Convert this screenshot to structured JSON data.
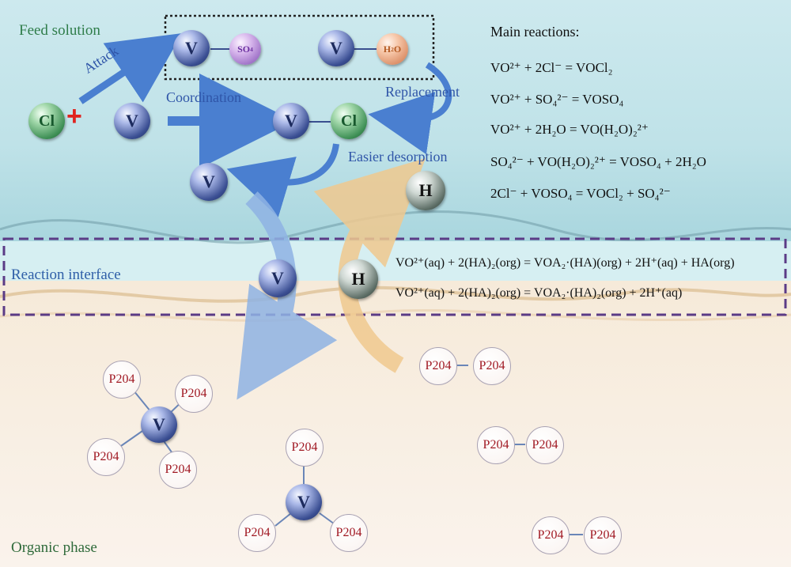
{
  "labels": {
    "feed_solution": "Feed solution",
    "reaction_interface": "Reaction interface",
    "organic_phase": "Organic phase",
    "attack": "Attack",
    "coordination": "Coordination",
    "replacement": "Replacement",
    "easier_desorption": "Easier desorption",
    "main_reactions": "Main reactions:"
  },
  "atoms": {
    "v": "V",
    "cl": "Cl",
    "h": "H",
    "so4": "SO",
    "so4_sub": "4",
    "h2o_h": "H",
    "h2o_sub": "2",
    "h2o_o": "O",
    "plus": "+",
    "p204": "P204"
  },
  "main_reactions": [
    "VO²⁺ + 2Cl⁻ = VOCl₂",
    "VO²⁺ + SO₄²⁻ = VOSO₄",
    "VO²⁺ + 2H₂O = VO(H₂O)₂²⁺",
    "SO₄²⁻ + VO(H₂O)₂²⁺ = VOSO₄ + 2H₂O",
    "2Cl⁻ + VOSO₄ = VOCl₂ + SO₄²⁻"
  ],
  "interface_reactions": [
    "VO²⁺(aq) + 2(HA)₂(org) = VOA₂·(HA)(org) + 2H⁺(aq) + HA(org)",
    "VO²⁺(aq) + 2(HA)₂(org) = VOA₂·(HA)₂(org) + 2H⁺(aq)"
  ],
  "colors": {
    "label_green": "#2f7d4a",
    "label_blue": "#2f5fa8",
    "arrow_blue": "#4a7fd0",
    "dash_purple": "#5b3b86",
    "p204_text": "#a01822",
    "feed_bg": "#bfe3ea",
    "interface_bg": "#d9f0f3",
    "organic_bg": "#f7eee4",
    "red_plus": "#e0231e"
  }
}
